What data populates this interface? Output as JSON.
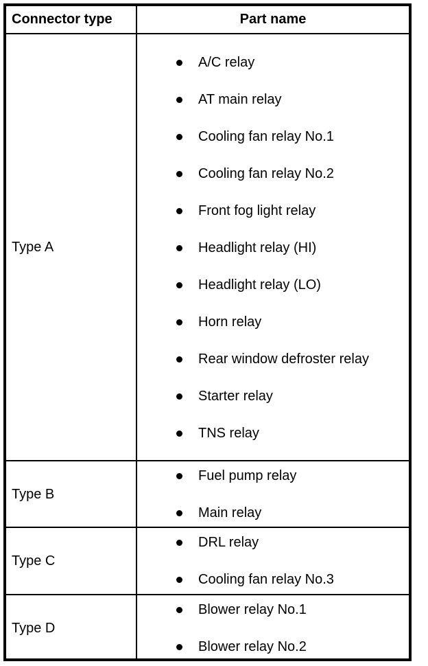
{
  "table": {
    "columns": [
      {
        "key": "connector_type",
        "header": "Connector type"
      },
      {
        "key": "part_name",
        "header": "Part name"
      }
    ],
    "rows": [
      {
        "connector_type": "Type A",
        "parts": [
          "A/C relay",
          "AT main relay",
          "Cooling fan relay No.1",
          "Cooling fan relay No.2",
          "Front fog light relay",
          "Headlight relay (HI)",
          "Headlight relay (LO)",
          "Horn relay",
          "Rear window defroster relay",
          "Starter relay",
          "TNS relay"
        ]
      },
      {
        "connector_type": "Type B",
        "parts": [
          "Fuel pump relay",
          "Main relay"
        ]
      },
      {
        "connector_type": "Type C",
        "parts": [
          "DRL relay",
          "Cooling fan relay No.3"
        ]
      },
      {
        "connector_type": "Type D",
        "parts": [
          "Blower relay No.1",
          "Blower relay No.2"
        ]
      }
    ]
  },
  "style": {
    "border_color": "#000000",
    "text_color": "#000000",
    "background": "#ffffff",
    "bullet_glyph": "filled-circle"
  }
}
